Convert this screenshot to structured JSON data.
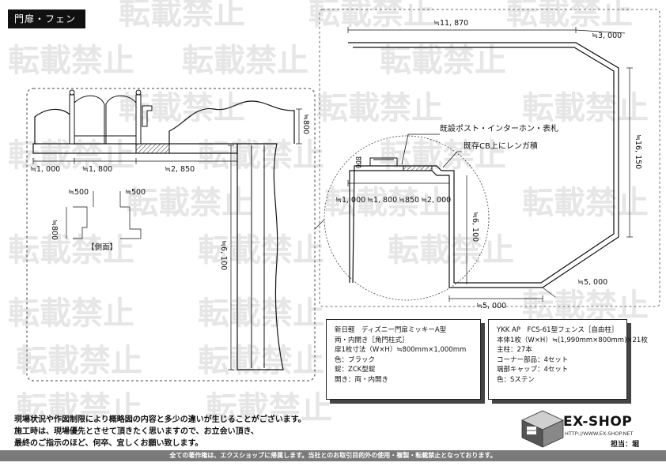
{
  "header": {
    "tag": "門扉・フェンス"
  },
  "watermark": {
    "text": "転載禁止"
  },
  "plan": {
    "top_width": "≒11, 870",
    "corner_width": "≒3, 000",
    "right_height": "≒16, 150",
    "inner_height": "≒6, 100",
    "bottom_diag": "≒5, 000",
    "bottom_width": "≒5, 000",
    "gate_height": "800",
    "seg_a": "≒1, 000",
    "seg_b": "≒1, 800",
    "seg_c": "≒850",
    "seg_d": "≒2, 000",
    "callout_post": "既設ポスト・インターホン・表札",
    "callout_brick": "既存CB上にレンガ積"
  },
  "elevation": {
    "height_label": "≒800",
    "seg_a": "≒1, 000",
    "seg_b": "≒1, 800",
    "seg_c": "≒2, 850",
    "long_label": "≒6, 100",
    "side_w1": "≒500",
    "side_w2": "≒500",
    "side_h": "≒800",
    "side_caption": "【側面】"
  },
  "spec_left": [
    "新日軽　ディズニー門扉ミッキーA型",
    "両・内開き［角門柱式］",
    "扉1枚寸法（W×H）≒800mm×1,000mm",
    "色：ブラック",
    "錠：ZCK型錠",
    "開き：両・内開き"
  ],
  "spec_right": [
    "YKK AP　FCS-61型フェンス［自由柱］",
    "本体1枚（W×H）≒(1,990mm×800mm)×21枚",
    "主柱：27本",
    "コーナー部品：4セット",
    "端部キャップ：4セット",
    "色：Sステン"
  ],
  "notes": [
    "現場状況や作図制限により概略図の内容と多少の違いが生じることがございます。",
    "施工時は、現場優先とさせて頂きたく思いますので、お立会い頂き、",
    "最終のご指示のほど、何卒、宜しくお願い致します。"
  ],
  "logo": {
    "name": "EX-SHOP",
    "url": "HTTP://WWW.EX-SHOP.NET",
    "staff": "担当：堀"
  },
  "footer": {
    "text": "全ての著作権は、エクスショップに帰属します。当社とのお取引目的外の使用・複製・転載禁止となっております。"
  },
  "colors": {
    "ink": "#111111",
    "watermark": "#e6e6e6",
    "hatch": "#555555",
    "footer": "#7a7a7a"
  }
}
